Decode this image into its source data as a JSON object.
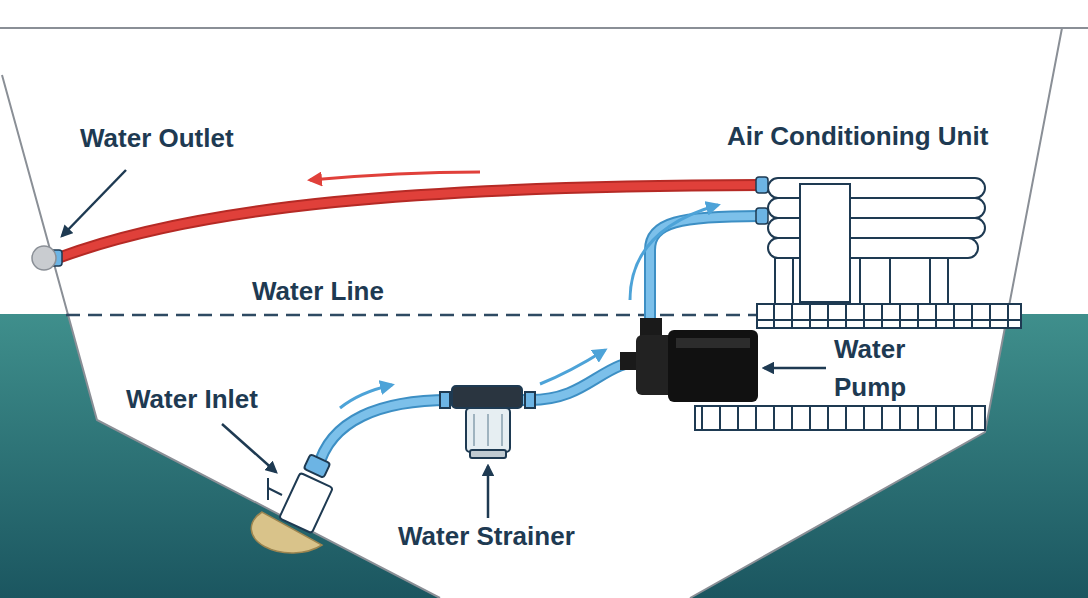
{
  "diagram": {
    "labels": [
      "Water Outlet",
      "Air Conditioning Unit",
      "Water Line",
      "Water Pump",
      "Water Inlet",
      "Water Strainer"
    ]
  }
}
